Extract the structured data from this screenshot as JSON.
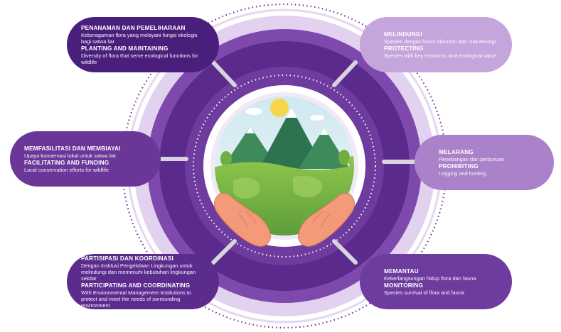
{
  "colors": {
    "ring_light": "#d9c3e8",
    "ring_mid": "#7e49ad",
    "ring_dark": "#5a2a8c",
    "pill_dark": "#4a1f7c",
    "pill_light": "#c4a5dc",
    "sky": "#d7ecf2",
    "grass": "#7cb341",
    "hand": "#f39a7a"
  },
  "pills": {
    "planting": {
      "title_id": "PENANAMAN DAN PEMELIHARAAN",
      "text_id": "Keberagaman flora yang melayani fungsi ekologis bagi satwa liar",
      "title_en": "PLANTING AND MAINTAINING",
      "text_en": "Diversity of flora that serve ecological functions for wildlife"
    },
    "facilitating": {
      "title_id": "MEMFASILITASI DAN MEMBIAYAI",
      "text_id": "Upaya konservasi lokal untuk satwa liar",
      "title_en": "FACILITATING AND FUNDING",
      "text_en": "Local conservation efforts for wildlife"
    },
    "participating": {
      "title_id": "PARTISIPASI DAN KOORDINASI",
      "text_id": "Dengan Institusi Pengelolaan Lingkungan untuk melindungi dan memenuhi kebutuhan lingkungan sekitar",
      "title_en": "PARTICIPATING AND COORDINATING",
      "text_en": "With Environmental Management Institutions to protect and meet the needs of sorrounding environment"
    },
    "protecting": {
      "title_id": "MELINDUNGI",
      "text_id": "Spesies dengan kunci ekonomi dan nilai ekologi",
      "title_en": "PROTECTING",
      "text_en": "Species with key economic and ecological value"
    },
    "prohibiting": {
      "title_id": "MELARANG",
      "text_id": "Penebangan dan perburuan",
      "title_en": "PROHIBITING",
      "text_en": "Logging and hunting"
    },
    "monitoring": {
      "title_id": "MEMANTAU",
      "text_id": "Keberlangsungan hidup flora dan fauna",
      "title_en": "MONITORING",
      "text_en": "Species survival of flora and fauna"
    }
  }
}
